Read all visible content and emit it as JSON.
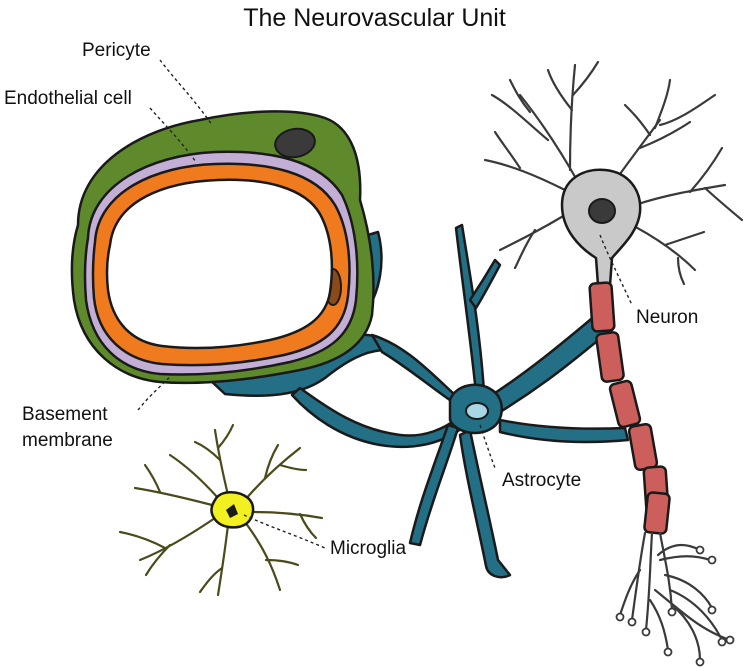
{
  "title": "The Neurovascular Unit",
  "labels": {
    "pericyte": "Pericyte",
    "endothelial_cell": "Endothelial cell",
    "basement_membrane_line1": "Basement",
    "basement_membrane_line2": "membrane",
    "neuron": "Neuron",
    "astrocyte": "Astrocyte",
    "microglia": "Microglia"
  },
  "colors": {
    "pericyte": "#5e8a2c",
    "endothelial": "#f07a1e",
    "basement_membrane": "#c3aed6",
    "astrocyte": "#236f86",
    "neuron_body": "#c9c9c9",
    "axon_myelin": "#cc5f5c",
    "microglia_body": "#f2f021",
    "nucleus_dark": "#3a3a3a",
    "nucleus_endothelial": "#8a4a1a"
  }
}
